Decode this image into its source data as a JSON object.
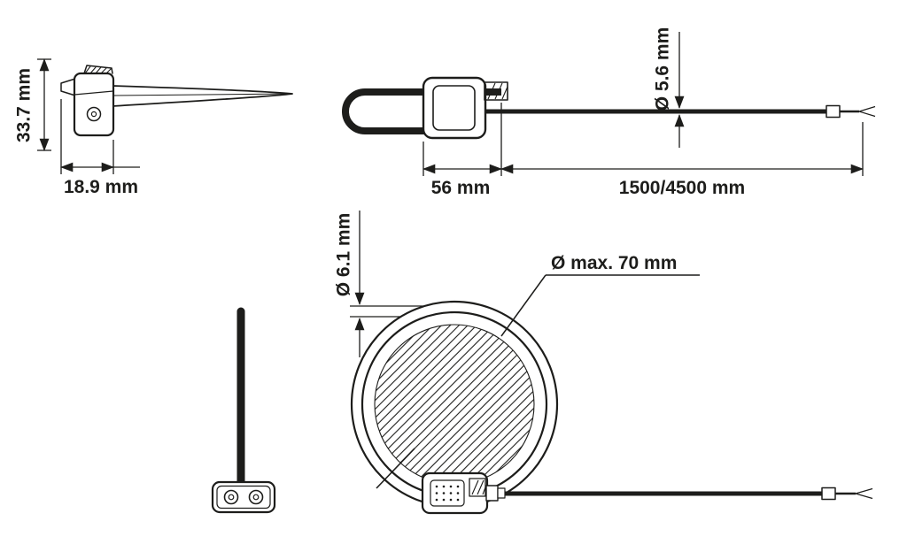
{
  "page": {
    "background": "#ffffff",
    "line_color": "#1d1d1b"
  },
  "drawing": {
    "labels": {
      "side_height": "33.7 mm",
      "side_width": "18.9 mm",
      "body_width": "56 mm",
      "cable_length": "1500/4500 mm",
      "cable_diameter": "Ø 5.6 mm",
      "tube_diameter": "Ø 6.1 mm",
      "max_conductor": "Ø max. 70 mm"
    }
  }
}
